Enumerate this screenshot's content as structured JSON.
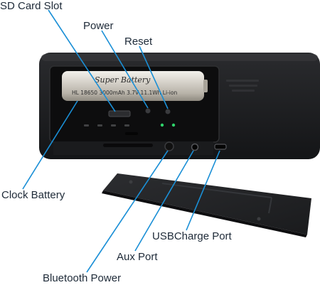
{
  "callouts": {
    "sd_card_slot": "SD Card Slot",
    "power": "Power",
    "reset": "Reset",
    "clock_battery": "Clock Battery",
    "usb_charge_port": "USBCharge Port",
    "aux_port": "Aux Port",
    "bluetooth_power": "Bluetooth Power"
  },
  "battery": {
    "brand": "Super Battery",
    "spec": "HL 18650 3000mAh 3.7V 11.1Wh Li-ion"
  },
  "colors": {
    "leader_line": "#1a8fd6",
    "device_body": "#1b1c1e",
    "cover_plate": "#232426",
    "battery_silver": "#c8c4bc",
    "led_green": "#2fd36b",
    "label_text": "#1e2a38"
  }
}
